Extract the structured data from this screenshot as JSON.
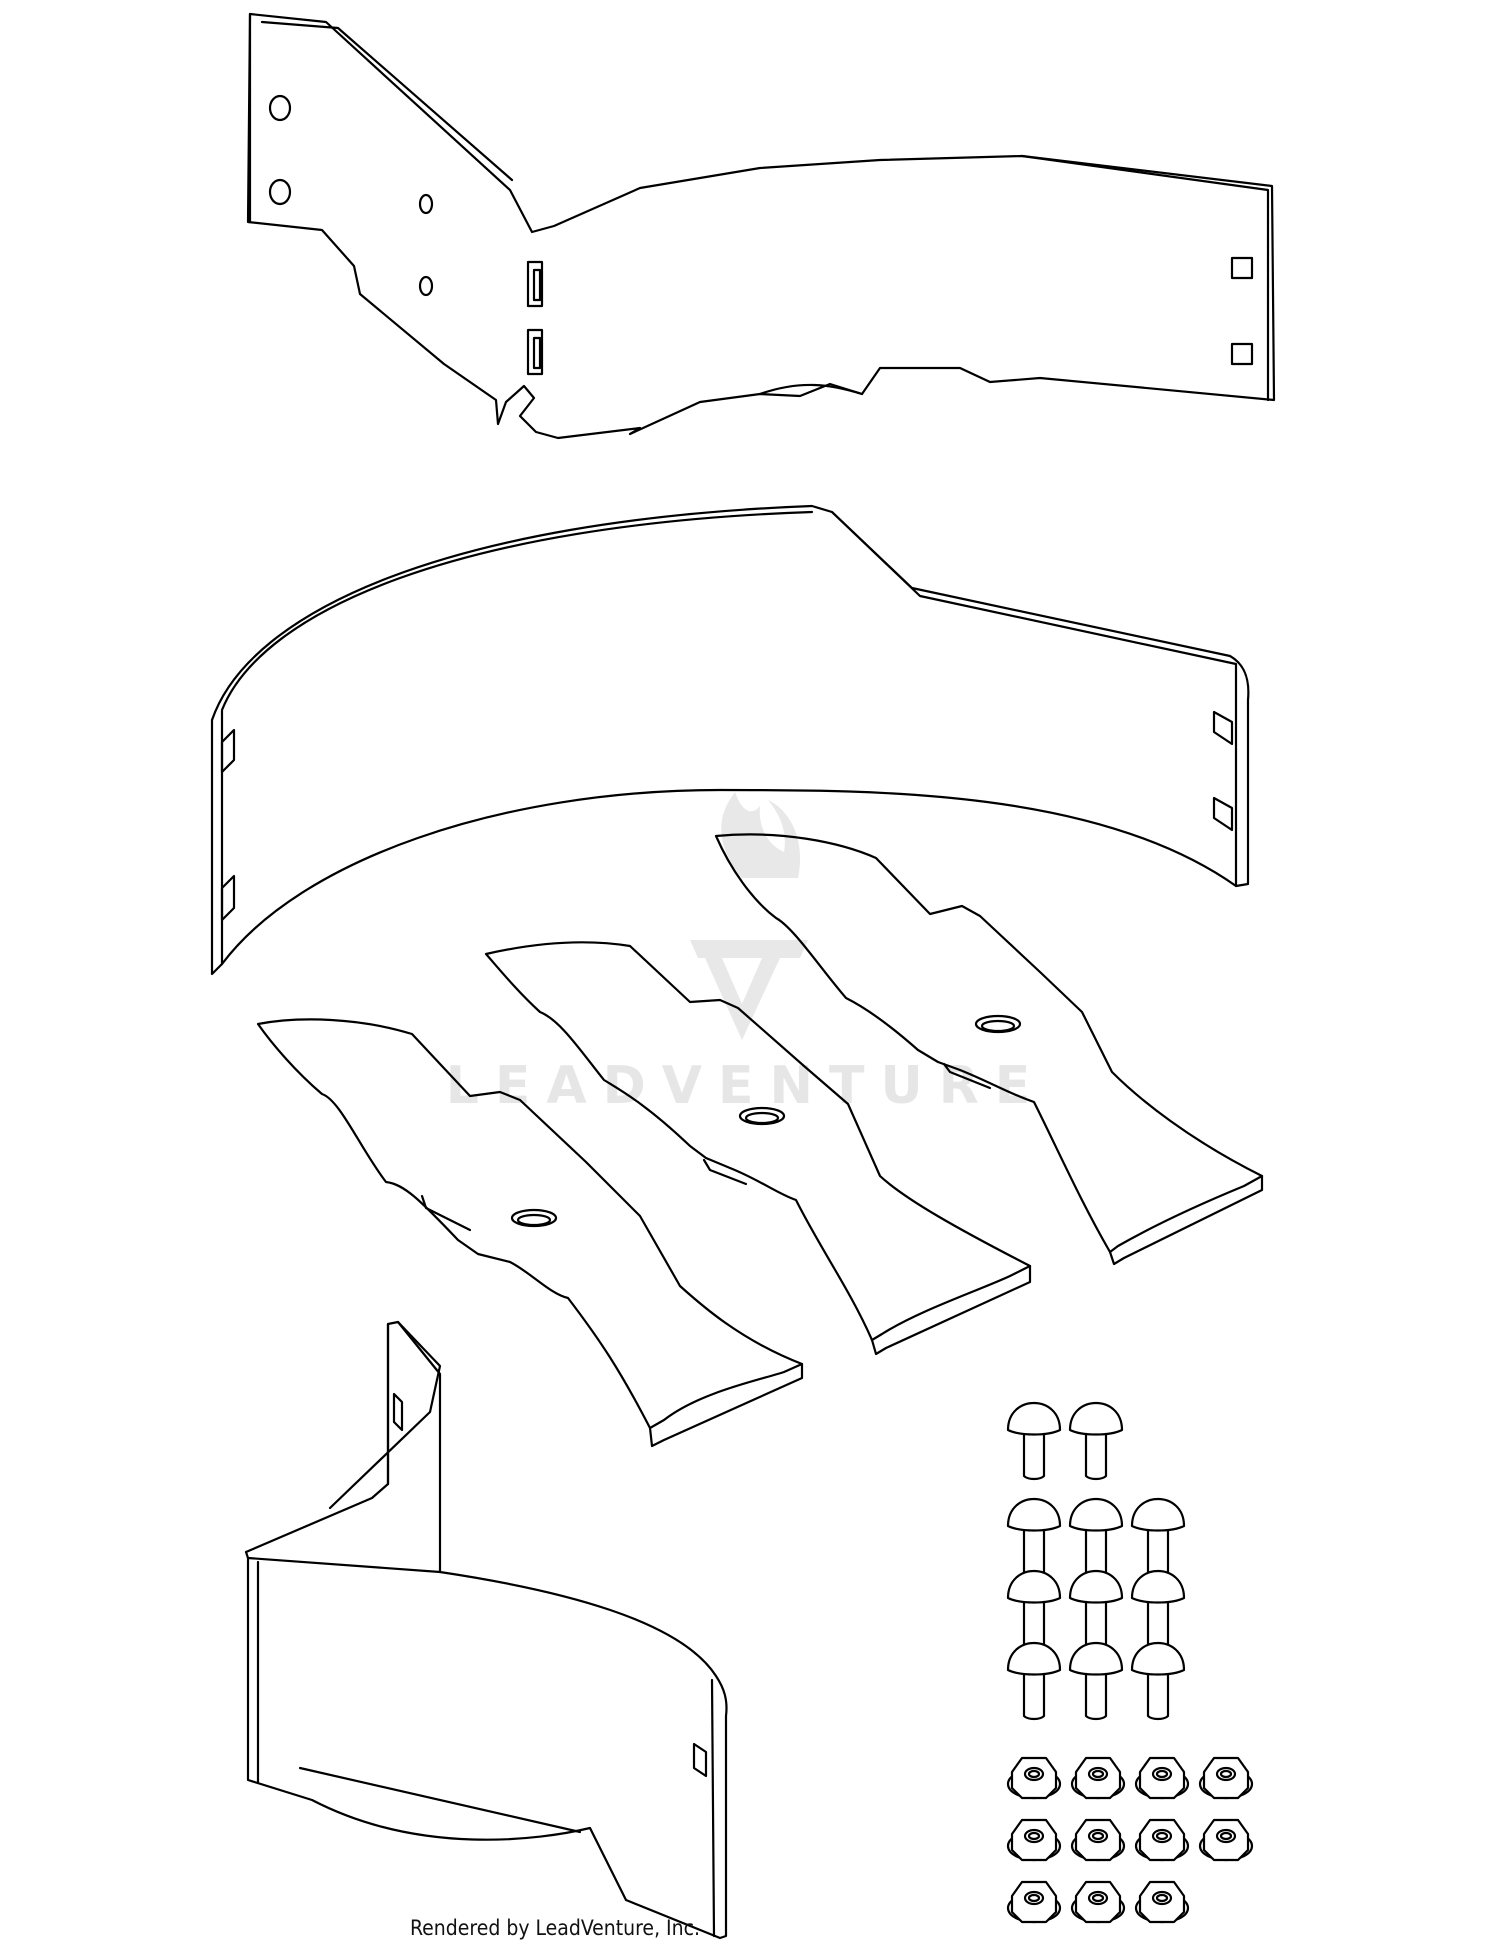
{
  "watermark": {
    "text": "LEADVENTURE"
  },
  "credit": {
    "text": "Rendered by LeadVenture, Inc."
  },
  "parts": {
    "baffle_top": "baffle-top",
    "baffle_curved": "baffle-curved",
    "blades": [
      "blade-left",
      "blade-center",
      "blade-right"
    ],
    "baffle_bottom": "baffle-bottom",
    "bolts": {
      "rows": [
        2,
        3,
        3,
        3
      ]
    },
    "nuts": {
      "rows": [
        4,
        4,
        3
      ]
    }
  }
}
